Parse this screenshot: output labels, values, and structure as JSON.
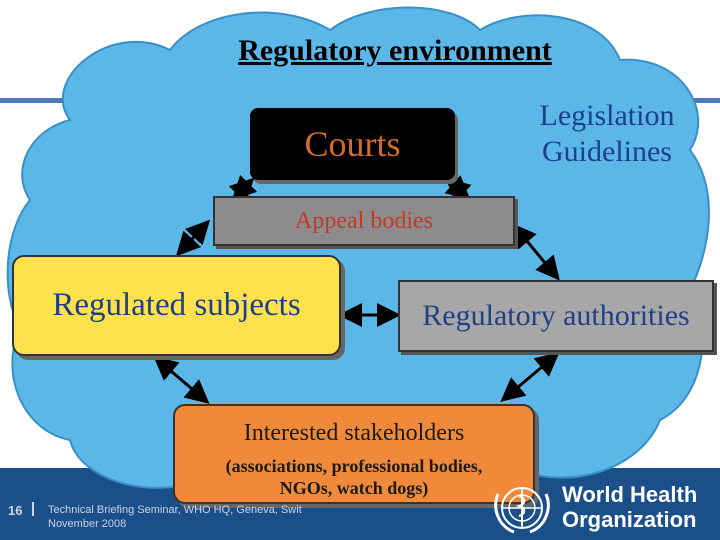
{
  "title": "Regulatory environment",
  "nodes": {
    "courts": "Courts",
    "legislation": [
      "Legislation",
      "Guidelines"
    ],
    "appeal": "Appeal bodies",
    "subjects": "Regulated subjects",
    "authorities": "Regulatory authorities",
    "stakeholders": "Interested stakeholders",
    "stakeholders_detail": [
      "(associations, professional bodies,",
      "NGOs, watch dogs)"
    ]
  },
  "footer": {
    "slide_number": "16",
    "seminar_line1": "Technical Briefing Seminar, WHO HQ, Geneva, Swit",
    "seminar_line2": "November 2008",
    "organization": [
      "World Health",
      "Organization"
    ]
  },
  "colors": {
    "cloud": "#5bb7e8",
    "footer": "#1b4f8a",
    "subjects_fill": "#fde24e",
    "stakeholders_fill": "#f08a3a",
    "courts_fill": "#000000",
    "authorities_fill": "#a7a7a7",
    "appeal_fill": "#8c8c8c"
  },
  "icons": [
    "un-emblem-icon",
    "double-arrow-icon"
  ]
}
